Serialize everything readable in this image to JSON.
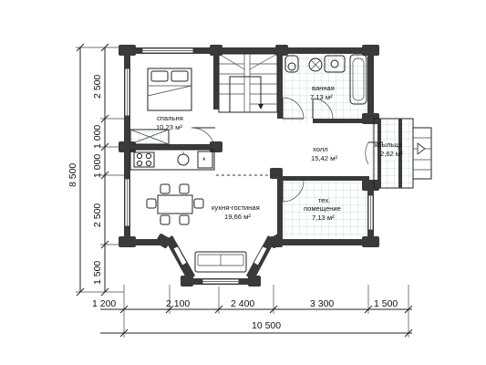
{
  "rooms": {
    "bedroom": {
      "name": "спальня",
      "area": "10,23 м²"
    },
    "bathroom": {
      "name": "ванная",
      "area": "7,13 м²"
    },
    "hall": {
      "name": "холл",
      "area": "15,42 м²"
    },
    "porch": {
      "name": "крыльцо",
      "area": "2,62 м²"
    },
    "kitchen": {
      "name": "кухня-гостиная",
      "area": "19,66 м²"
    },
    "utility": {
      "name_line1": "тех.",
      "name_line2": "помещение",
      "area": "7,13 м²"
    }
  },
  "dimensions": {
    "left": [
      "2 500",
      "1 000",
      "1 000",
      "2 500",
      "1 500"
    ],
    "left_total": "8 500",
    "bottom": [
      "1 200",
      "2 100",
      "2 400",
      "3 300",
      "1 500"
    ],
    "bottom_total": "10 500"
  },
  "colors": {
    "wall": "#3a3a3a",
    "tile": "#9cc"
  }
}
